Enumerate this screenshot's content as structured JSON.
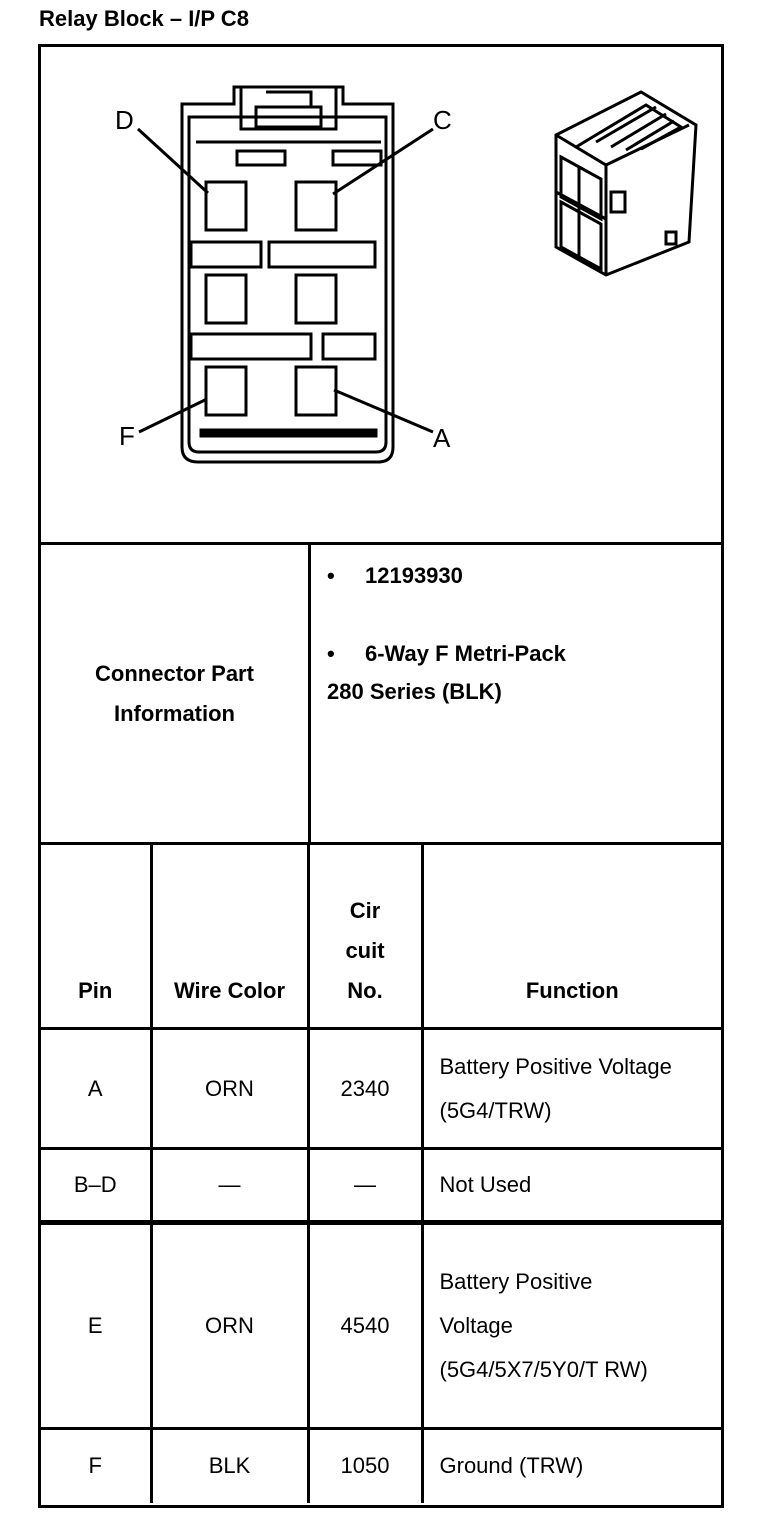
{
  "title": "Relay Block – I/P C8",
  "diagram": {
    "callouts": {
      "d": "D",
      "c": "C",
      "f": "F",
      "a": "A"
    }
  },
  "part_info": {
    "label": "Connector Part Information",
    "part_number": "12193930",
    "description_line1": "6-Way F Metri-Pack",
    "description_line2": "280 Series (BLK)",
    "bullet": "•"
  },
  "table": {
    "headers": {
      "pin": "Pin",
      "wire_color": "Wire Color",
      "circuit": "Cir cuit No.",
      "function": "Function"
    },
    "rows": [
      {
        "pin": "A",
        "color": "ORN",
        "circuit": "2340",
        "function": "Battery Positive Voltage (5G4/TRW)"
      },
      {
        "pin": "B–D",
        "color": "—",
        "circuit": "—",
        "function": "Not Used"
      },
      {
        "pin": "E",
        "color": "ORN",
        "circuit": "4540",
        "function": "Battery Positive Voltage (5G4/5X7/5Y0/T RW)"
      },
      {
        "pin": "F",
        "color": "BLK",
        "circuit": "1050",
        "function": "Ground (TRW)"
      }
    ]
  }
}
